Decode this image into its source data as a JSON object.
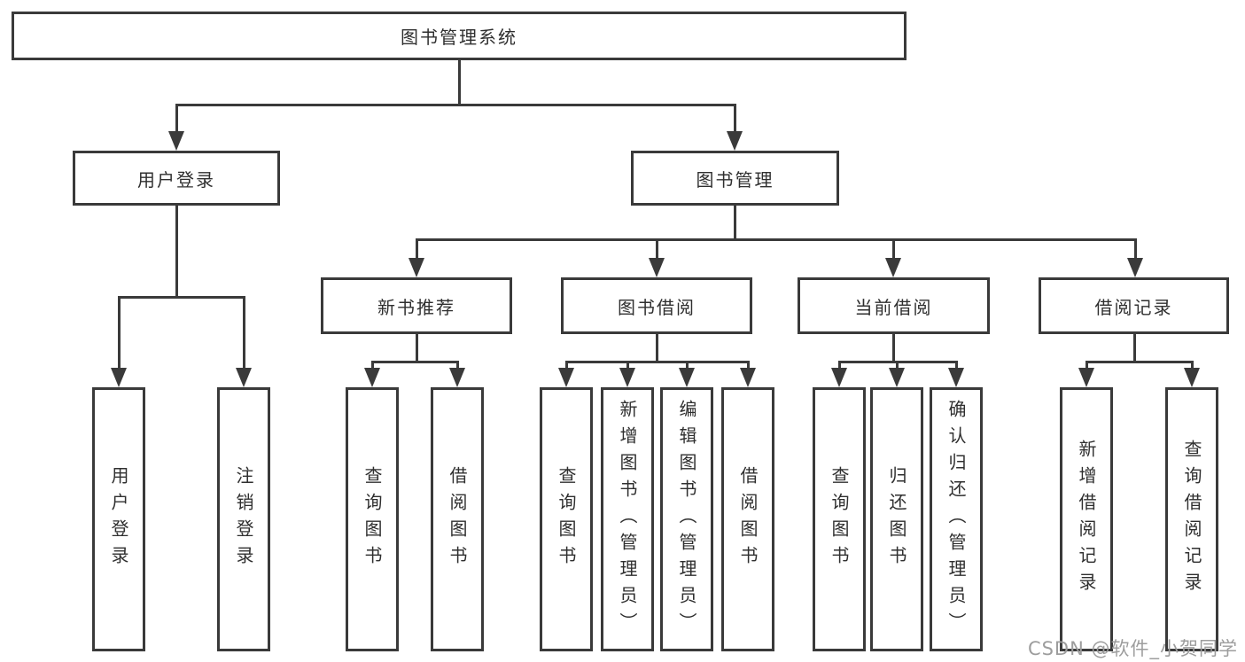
{
  "watermark": "CSDN @软件_小贺同学",
  "colors": {
    "line": "#3a3a3a",
    "text": "#2f2f2f",
    "background": "#ffffff",
    "watermark": "#9d9d9d"
  },
  "tree": {
    "root": {
      "label": "图书管理系统"
    },
    "branches": [
      {
        "label": "用户登录",
        "children": [
          {
            "label": "用户登录"
          },
          {
            "label": "注销登录"
          }
        ]
      },
      {
        "label": "图书管理",
        "groups": [
          {
            "label": "新书推荐",
            "children": [
              {
                "label": "查询图书"
              },
              {
                "label": "借阅图书"
              }
            ]
          },
          {
            "label": "图书借阅",
            "children": [
              {
                "label": "查询图书"
              },
              {
                "label": "新增图书（管理员）"
              },
              {
                "label": "编辑图书（管理员）"
              },
              {
                "label": "借阅图书"
              }
            ]
          },
          {
            "label": "当前借阅",
            "children": [
              {
                "label": "查询图书"
              },
              {
                "label": "归还图书"
              },
              {
                "label": "确认归还（管理员）"
              }
            ]
          },
          {
            "label": "借阅记录",
            "children": [
              {
                "label": "新增借阅记录"
              },
              {
                "label": "查询借阅记录"
              }
            ]
          }
        ]
      }
    ]
  }
}
